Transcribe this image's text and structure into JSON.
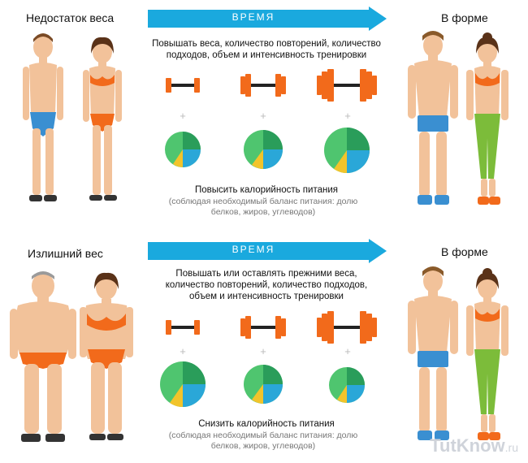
{
  "top": {
    "left_label": "Недостаток веса",
    "arrow": "ВРЕМЯ",
    "right_label": "В форме",
    "training_text": "Повышать веса, количество повторений, количество подходов, объем и интенсивность тренировки",
    "nutrition_title": "Повысить калорийность питания",
    "nutrition_note": "(соблюдая необходимый баланс питания: долю белков, жиров, углеводов)",
    "plus": "+"
  },
  "bottom": {
    "left_label": "Излишний вес",
    "arrow": "ВРЕМЯ",
    "right_label": "В форме",
    "training_text": "Повышать или оставлять прежними веса, количество повторений, количество подходов, объем и интенсивность тренировки",
    "nutrition_title": "Снизить калорийность питания",
    "nutrition_note": "(соблюдая необходимый баланс питания: долю белков, жиров, углеводов)",
    "plus": "+"
  },
  "watermark": {
    "brand": "TutKnow",
    "tld": ".ru"
  },
  "colors": {
    "arrow": "#1aa9de",
    "orange": "#f26a1b",
    "blue": "#3a8fd1",
    "green": "#7cbc3a",
    "skin": "#f2c29a",
    "pie_green": "#4fc56f",
    "pie_dark": "#2a9d5a",
    "pie_blue": "#2aa7d8",
    "pie_yellow": "#f2c42b"
  }
}
